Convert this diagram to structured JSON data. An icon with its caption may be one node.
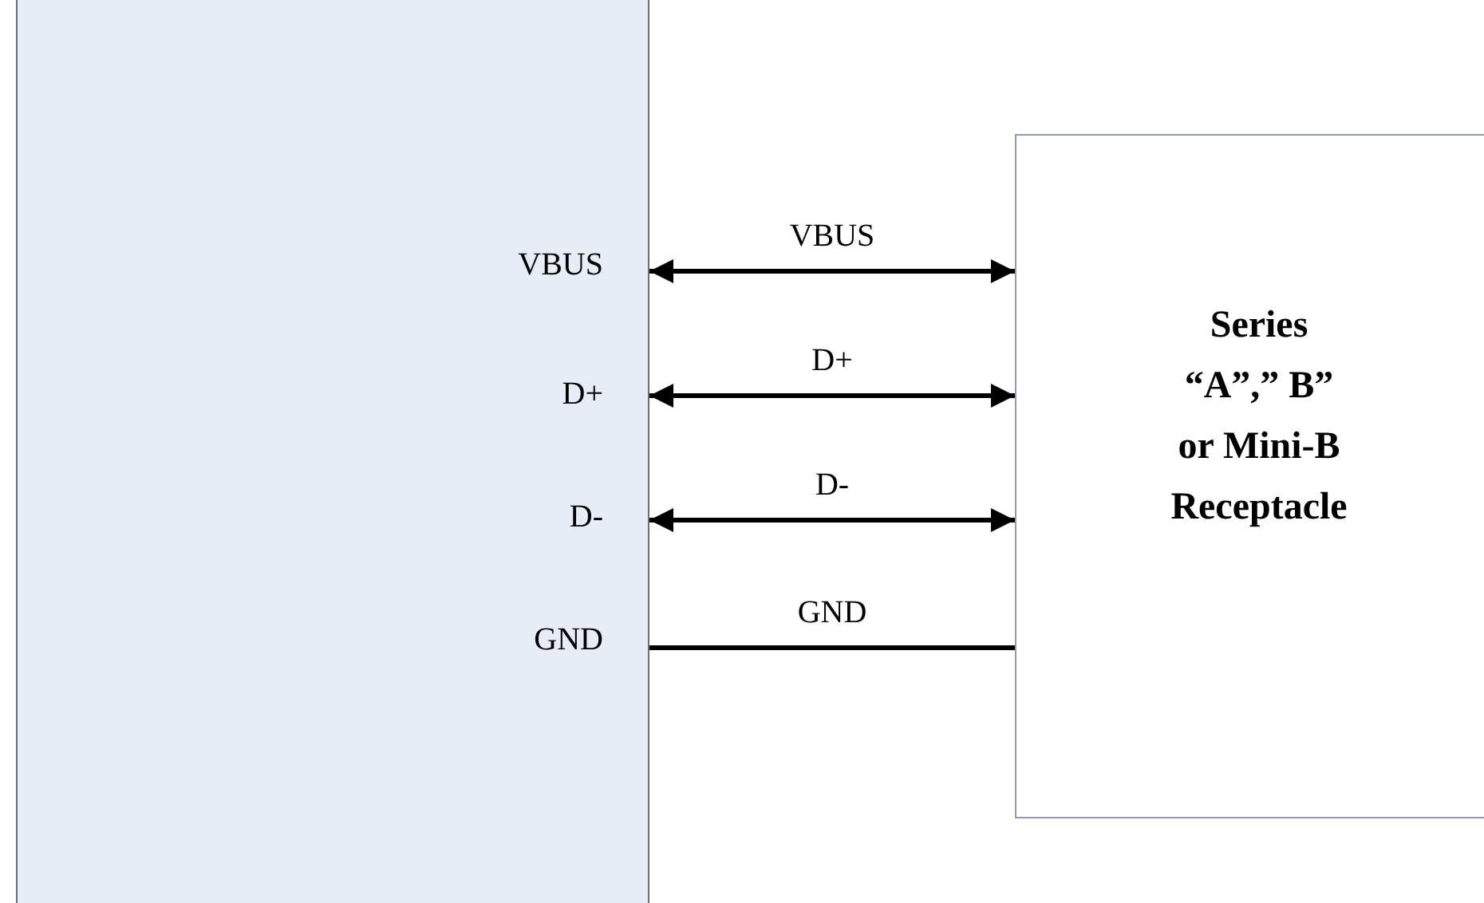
{
  "diagram": {
    "nodes": [
      {
        "text": [
          "VBUS",
          "D+",
          "D-",
          "GND"
        ]
      },
      {
        "text": [
          "Series “A”,” B” or Mini-B Receptacle"
        ]
      }
    ],
    "edges": [
      {
        "from": 0,
        "to": 1,
        "arrow": "both",
        "label": "VBUS"
      },
      {
        "from": 0,
        "to": 1,
        "arrow": "both",
        "label": "D+"
      },
      {
        "from": 0,
        "to": 1,
        "arrow": "both",
        "label": "D-"
      },
      {
        "from": 0,
        "to": 1,
        "arrow": "none",
        "label": "GND"
      }
    ]
  }
}
